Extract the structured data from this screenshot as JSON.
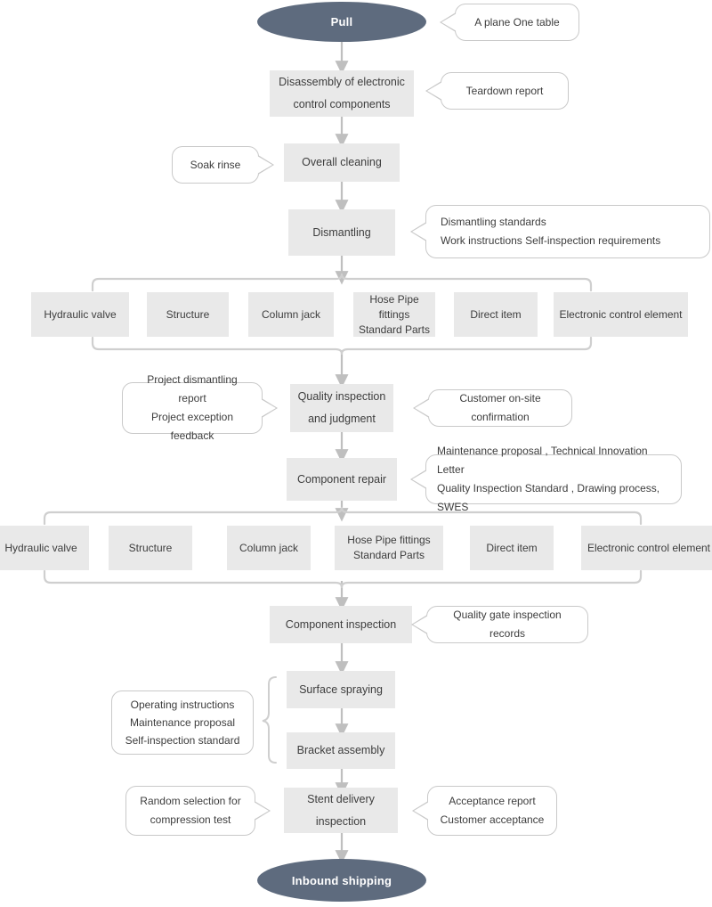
{
  "diagram": {
    "title": "Remanufacturing Process Flow",
    "colors": {
      "terminator_fill": "#5e6b7e",
      "node_fill": "#e9e9e9",
      "callout_border": "#c9c9c9",
      "connector": "#bfbfbf",
      "text": "#3d3d3d"
    },
    "start": {
      "label": "Pull"
    },
    "end": {
      "label": "Inbound shipping"
    },
    "steps": {
      "disassembly": "Disassembly of electronic\ncontrol components",
      "overall_cleaning": "Overall cleaning",
      "dismantling": "Dismantling",
      "quality_inspection": "Quality inspection\nand judgment",
      "component_repair": "Component repair",
      "component_inspection": "Component inspection",
      "surface_spraying": "Surface spraying",
      "bracket_assembly": "Bracket assembly",
      "stent_delivery": "Stent delivery\ninspection"
    },
    "callouts": {
      "a_plane_one_table": "A plane One table",
      "teardown_report": "Teardown report",
      "soak_rinse": "Soak rinse",
      "dismantling_standards": "Dismantling standards\nWork instructions   Self-inspection requirements",
      "project_reports": "Project dismantling report\nProject exception feedback",
      "customer_onsite": "Customer on-site confirmation",
      "repair_standards": "Maintenance proposal , Technical Innovation Letter\nQuality Inspection Standard , Drawing process, SWES",
      "quality_gate_records": "Quality gate inspection records",
      "operating_instructions": "Operating instructions\nMaintenance proposal\nSelf-inspection standard",
      "random_selection": "Random selection for\ncompression test",
      "acceptance_report": "Acceptance report\nCustomer acceptance"
    },
    "component_row_1": [
      "Hydraulic valve",
      "Structure",
      "Column jack",
      "Hose  Pipe fittings\nStandard Parts",
      "Direct item",
      "Electronic control element"
    ],
    "component_row_2": [
      "Hydraulic valve",
      "Structure",
      "Column jack",
      "Hose  Pipe fittings\nStandard Parts",
      "Direct item",
      "Electronic control element"
    ]
  }
}
